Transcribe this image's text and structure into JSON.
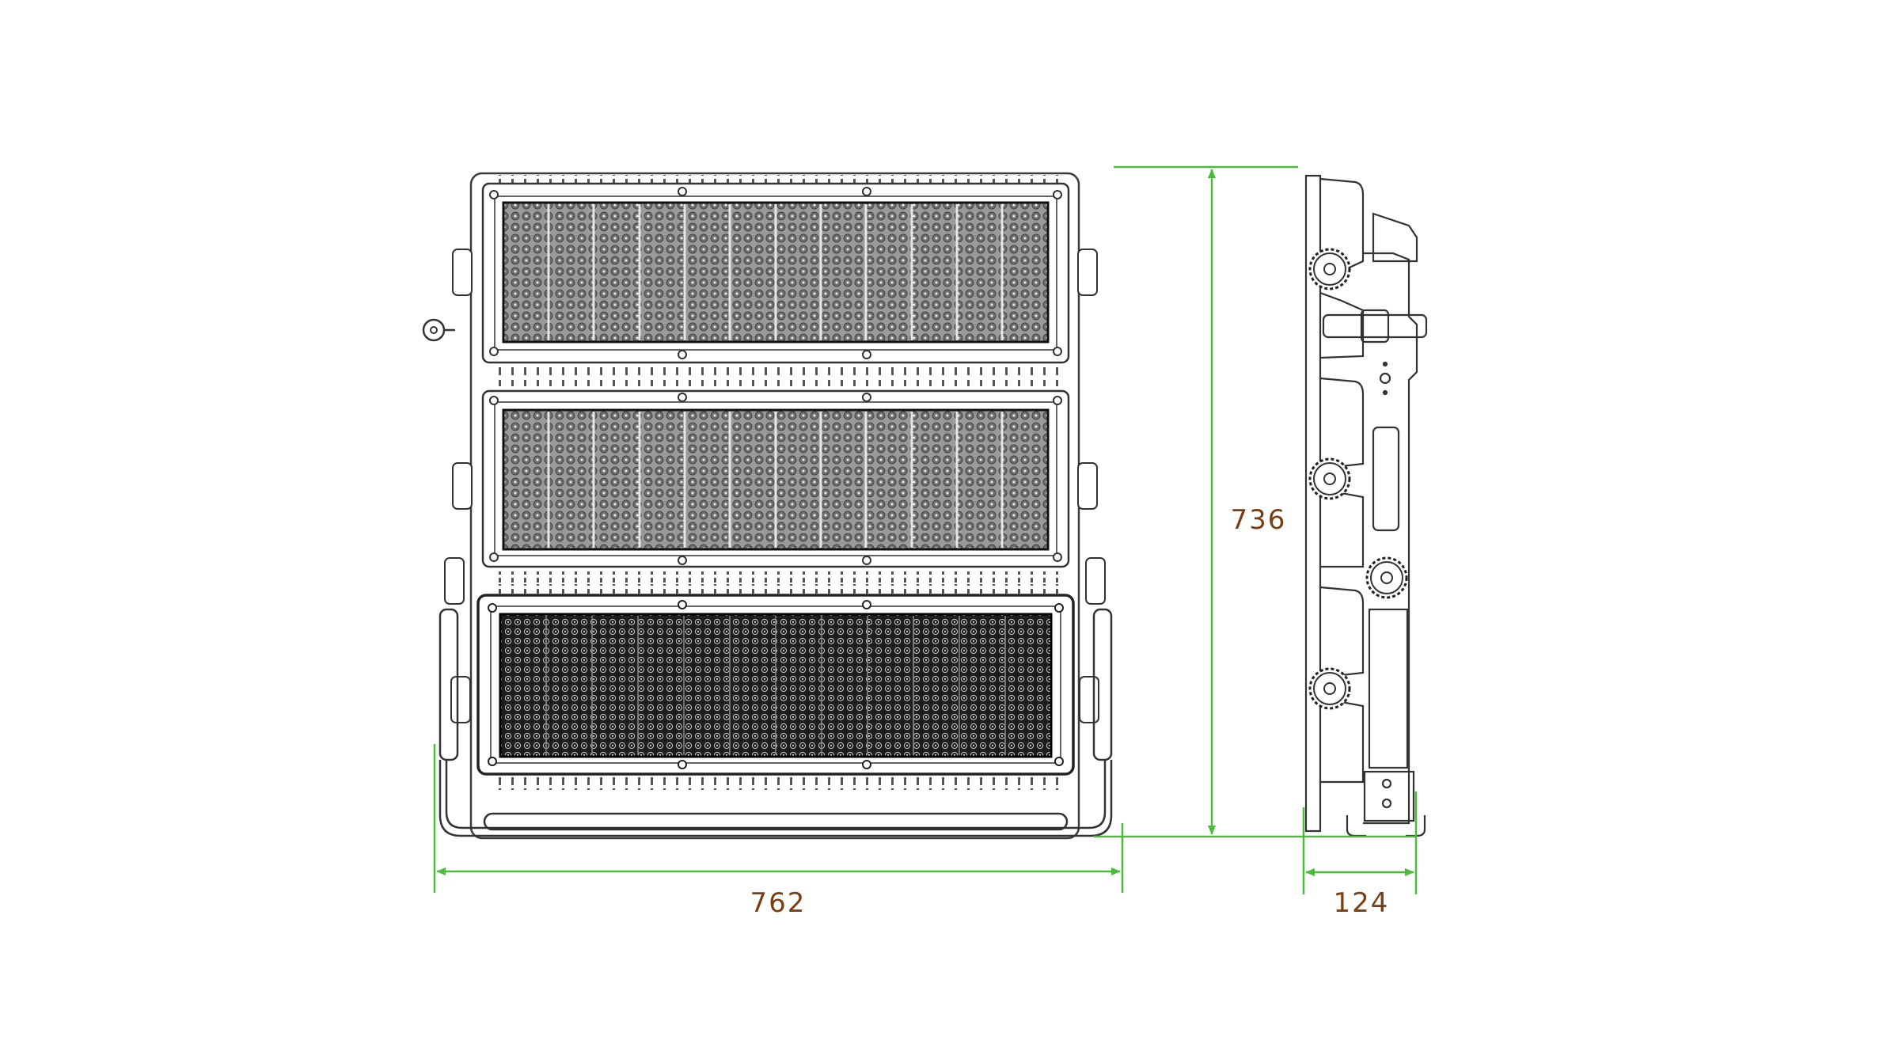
{
  "drawing": {
    "subject": "LED flood light",
    "views": [
      "front-view",
      "side-view"
    ],
    "front_view": {
      "modules": [
        {
          "id": 1,
          "style": "lens-array-light"
        },
        {
          "id": 2,
          "style": "lens-array-light"
        },
        {
          "id": 3,
          "style": "lens-array-dark"
        }
      ],
      "lens_columns": 12
    }
  },
  "dimensions": {
    "width": {
      "value": "762",
      "orientation": "horizontal"
    },
    "height": {
      "value": "736",
      "orientation": "vertical"
    },
    "depth": {
      "value": "124",
      "orientation": "horizontal"
    }
  },
  "colors": {
    "dimension_line": "#4cbb3c",
    "dimension_text": "#7a3e12",
    "outline": "#3a3a3a",
    "lens_light": "#8c8c8c",
    "lens_dark": "#2a2a2a",
    "background": "#ffffff"
  }
}
